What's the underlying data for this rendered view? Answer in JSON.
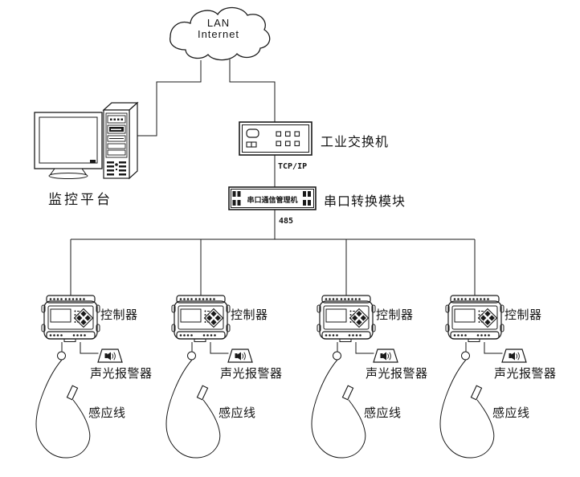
{
  "cloud": {
    "line1": "LAN",
    "line2": "Internet"
  },
  "monitoring_platform": {
    "label": "监控平台"
  },
  "industrial_switch": {
    "label": "工业交换机"
  },
  "links": {
    "tcp_ip": "TCP/IP",
    "rs485": "485"
  },
  "serial_module": {
    "device_text": "串口通信管理机",
    "label": "串口转换模块"
  },
  "controllers": [
    {
      "label": "控制器",
      "alarm_label": "声光报警器",
      "sensor_label": "感应线"
    },
    {
      "label": "控制器",
      "alarm_label": "声光报警器",
      "sensor_label": "感应线"
    },
    {
      "label": "控制器",
      "alarm_label": "声光报警器",
      "sensor_label": "感应线"
    },
    {
      "label": "控制器",
      "alarm_label": "声光报警器",
      "sensor_label": "感应线"
    }
  ],
  "colors": {
    "line": "#1a1a1a",
    "background": "#ffffff"
  }
}
